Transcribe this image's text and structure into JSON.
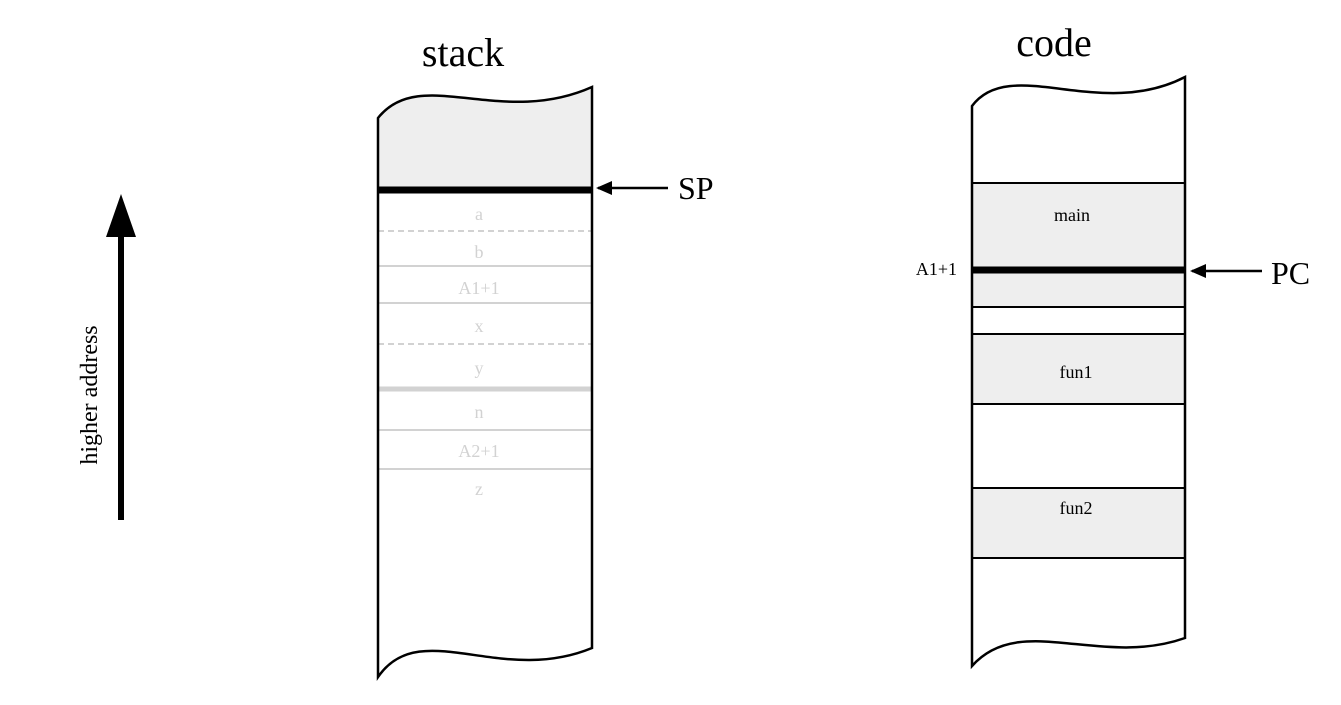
{
  "direction": {
    "label": "higher address"
  },
  "stack": {
    "title": "stack",
    "pointer_label": "SP",
    "slots": [
      "a",
      "b",
      "A1+1",
      "x",
      "y",
      "n",
      "A2+1",
      "z"
    ]
  },
  "code": {
    "title": "code",
    "pointer_label": "PC",
    "pointer_side_label": "A1+1",
    "segments": [
      "main",
      "fun1",
      "fun2"
    ]
  },
  "colors": {
    "used_fill": "#eeeeee",
    "faded": "#d2d2d2",
    "line": "#000000"
  }
}
